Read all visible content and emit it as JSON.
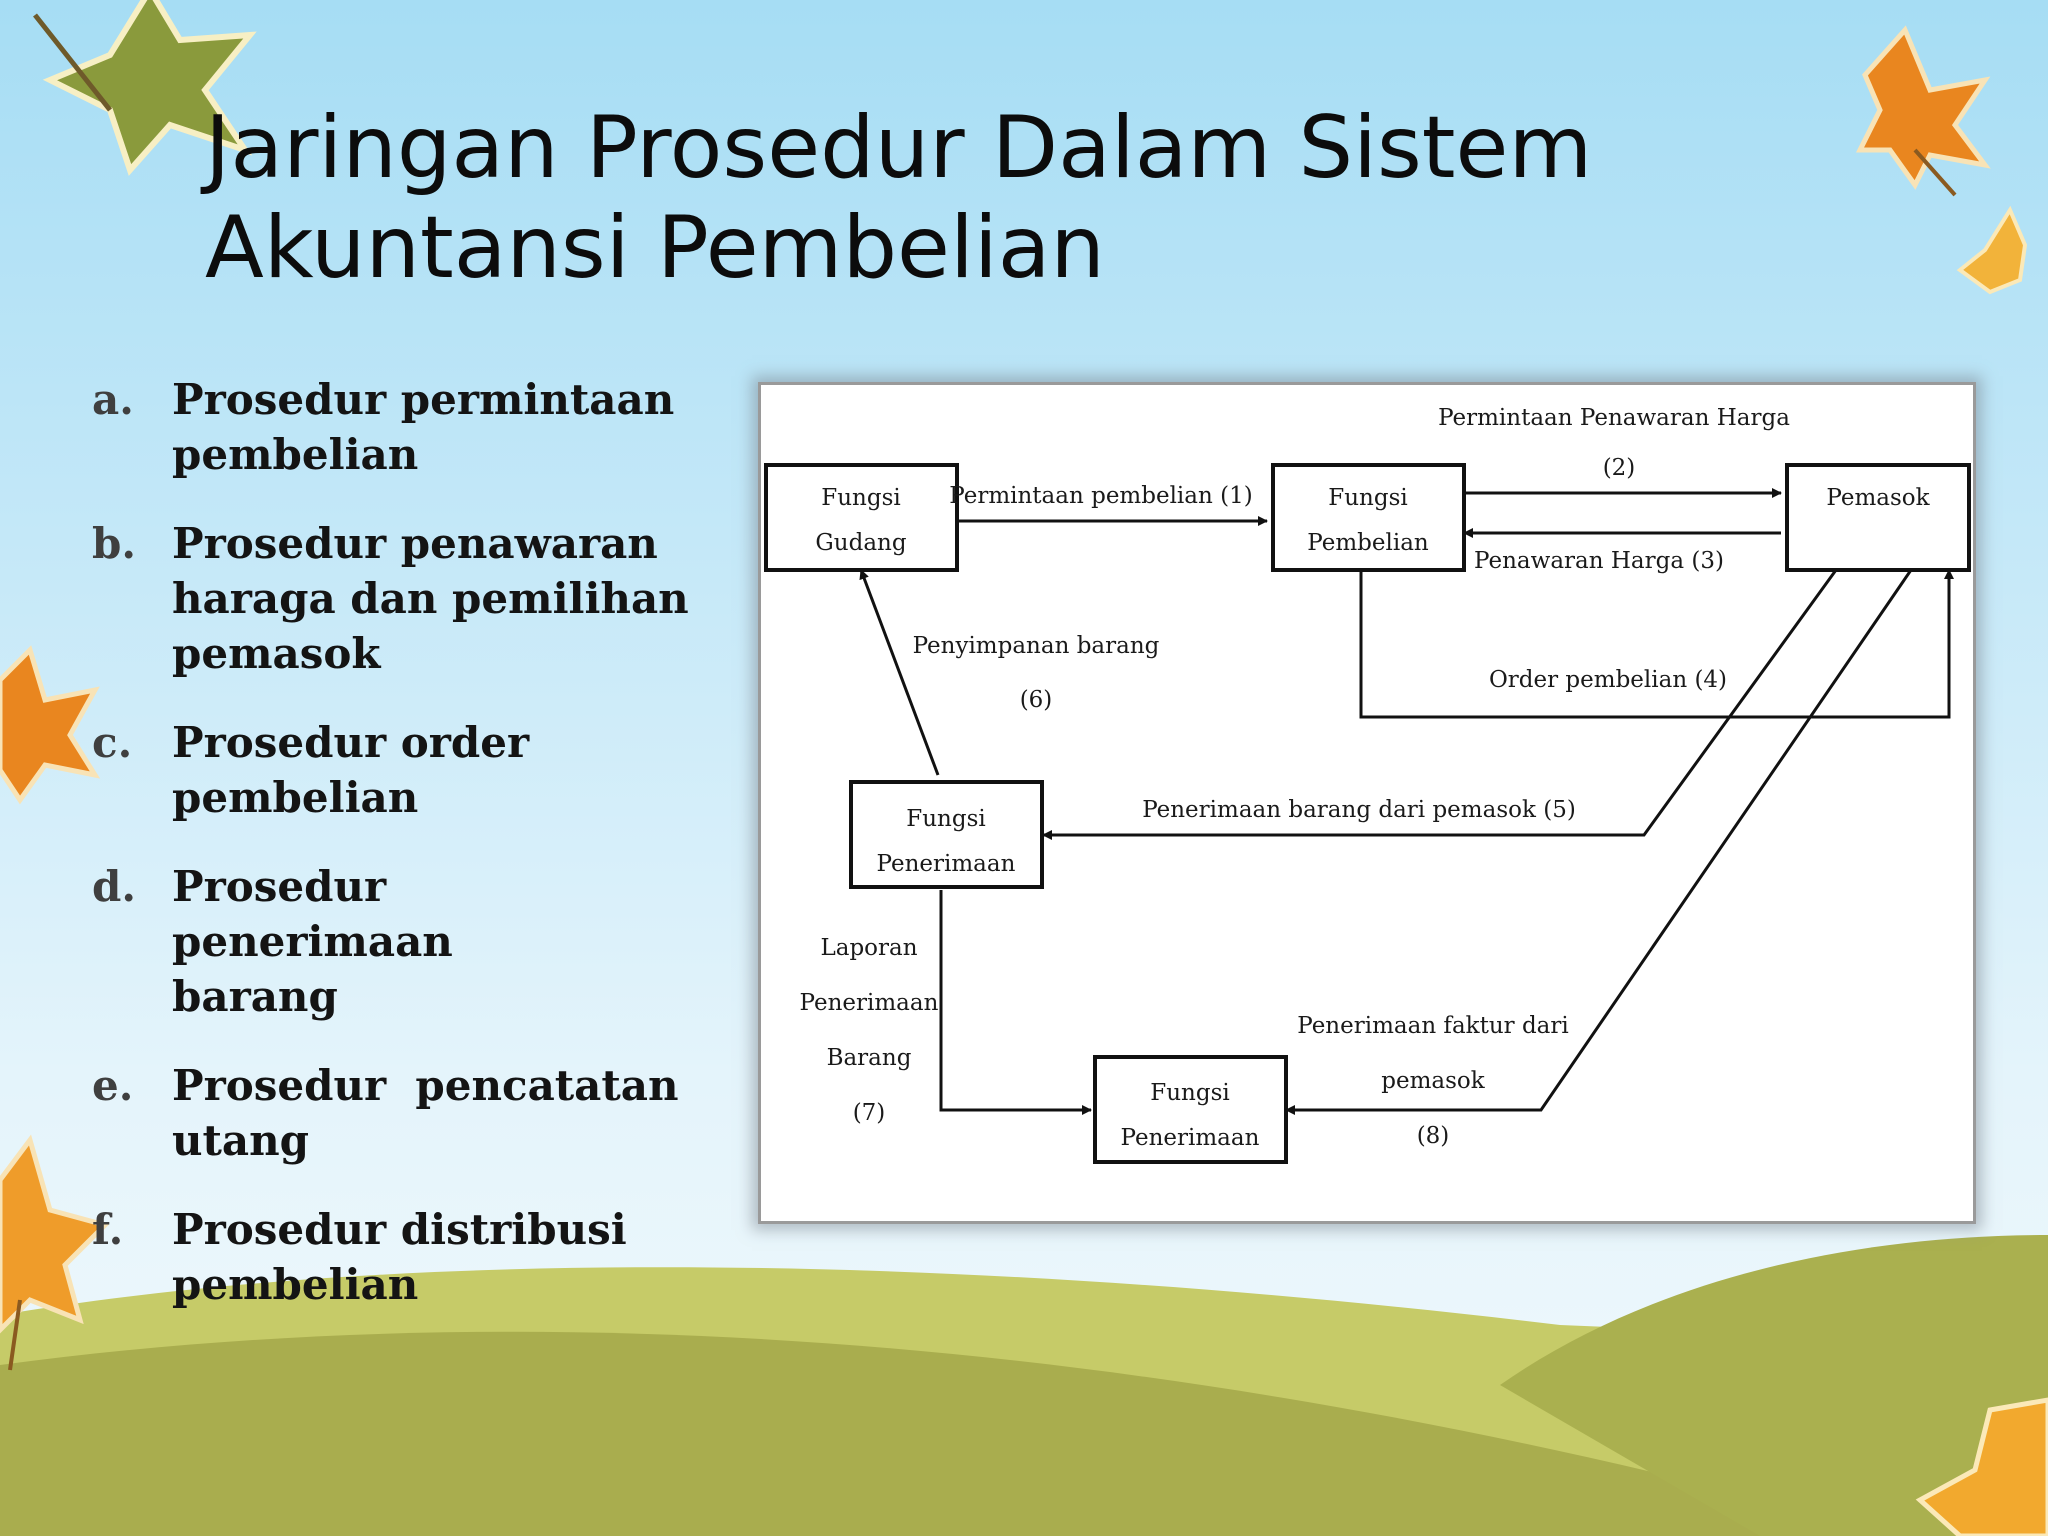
{
  "slide": {
    "title_lines": [
      "Jaringan Prosedur Dalam Sistem",
      "Akuntansi Pembelian"
    ],
    "items": [
      {
        "marker": "a.",
        "text": "Prosedur permintaan\npembelian"
      },
      {
        "marker": "b.",
        "text": "Prosedur penawaran\nharaga dan pemilihan\npemasok"
      },
      {
        "marker": "c.",
        "text": "Prosedur order\npembelian"
      },
      {
        "marker": "d.",
        "text": "Prosedur  penerimaan\nbarang"
      },
      {
        "marker": "e.",
        "text": "Prosedur  pencatatan\nutang"
      },
      {
        "marker": "f.",
        "text": "Prosedur distribusi\npembelian"
      }
    ]
  },
  "diagram": {
    "nodes": {
      "gudang": [
        "Fungsi",
        "Gudang"
      ],
      "pembelian": [
        "Fungsi",
        "Pembelian"
      ],
      "pemasok": [
        "Pemasok"
      ],
      "penerimaan_top": [
        "Fungsi",
        "Penerimaan"
      ],
      "penerimaan_bottom": [
        "Fungsi",
        "Penerimaan"
      ]
    },
    "flows": {
      "f1": [
        "Permintaan pembelian (1)"
      ],
      "f2": [
        "Permintaan Penawaran Harga",
        "(2)"
      ],
      "f3": [
        "Penawaran Harga (3)"
      ],
      "f4": [
        "Order pembelian (4)"
      ],
      "f5": [
        "Penerimaan barang dari pemasok (5)"
      ],
      "f6": [
        "Penyimpanan barang",
        "(6)"
      ],
      "f7": [
        "Laporan",
        "Penerimaan",
        "Barang",
        "(7)"
      ],
      "f8": [
        "Penerimaan faktur dari",
        "pemasok",
        "(8)"
      ]
    }
  },
  "colors": {
    "sky_top": "#a6ddf4",
    "hill_light": "#c6cb68",
    "hill_dark": "#a9ad4e",
    "leaf_orange": "#e9861f",
    "leaf_yellow": "#f2b33a",
    "leaf_green": "#8a9a3c"
  }
}
